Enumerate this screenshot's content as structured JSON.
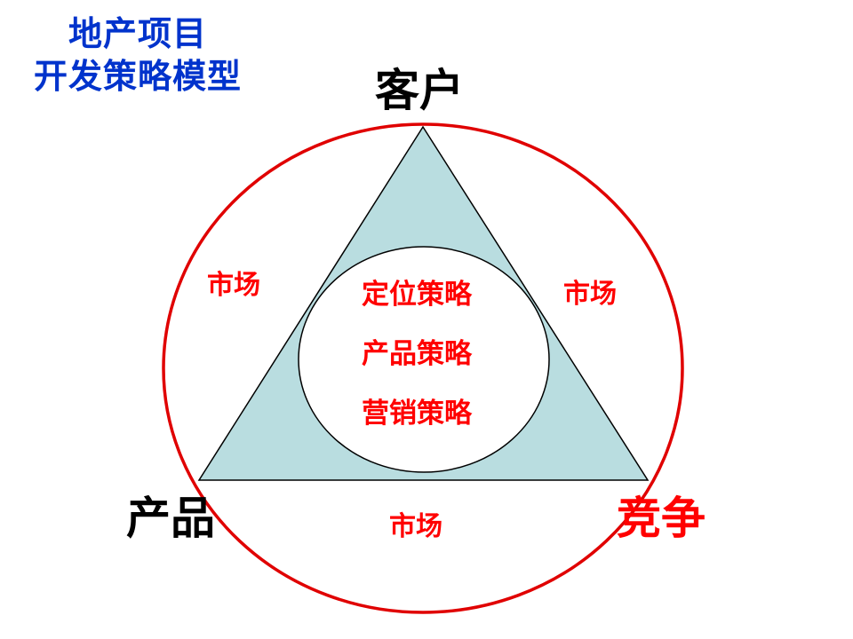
{
  "title": {
    "line1": "地产项目",
    "line2": "开发策略模型",
    "color": "#0033cc"
  },
  "vertices": {
    "top": "客户",
    "left": "产品",
    "right": "竞争"
  },
  "market_labels": {
    "left": "市场",
    "right": "市场",
    "bottom": "市场"
  },
  "strategies": [
    "定位策略",
    "产品策略",
    "营销策略"
  ],
  "colors": {
    "outer_circle": "#e00000",
    "triangle_fill": "#b9dde0",
    "text_red": "#ff0000",
    "text_black": "#000000"
  }
}
